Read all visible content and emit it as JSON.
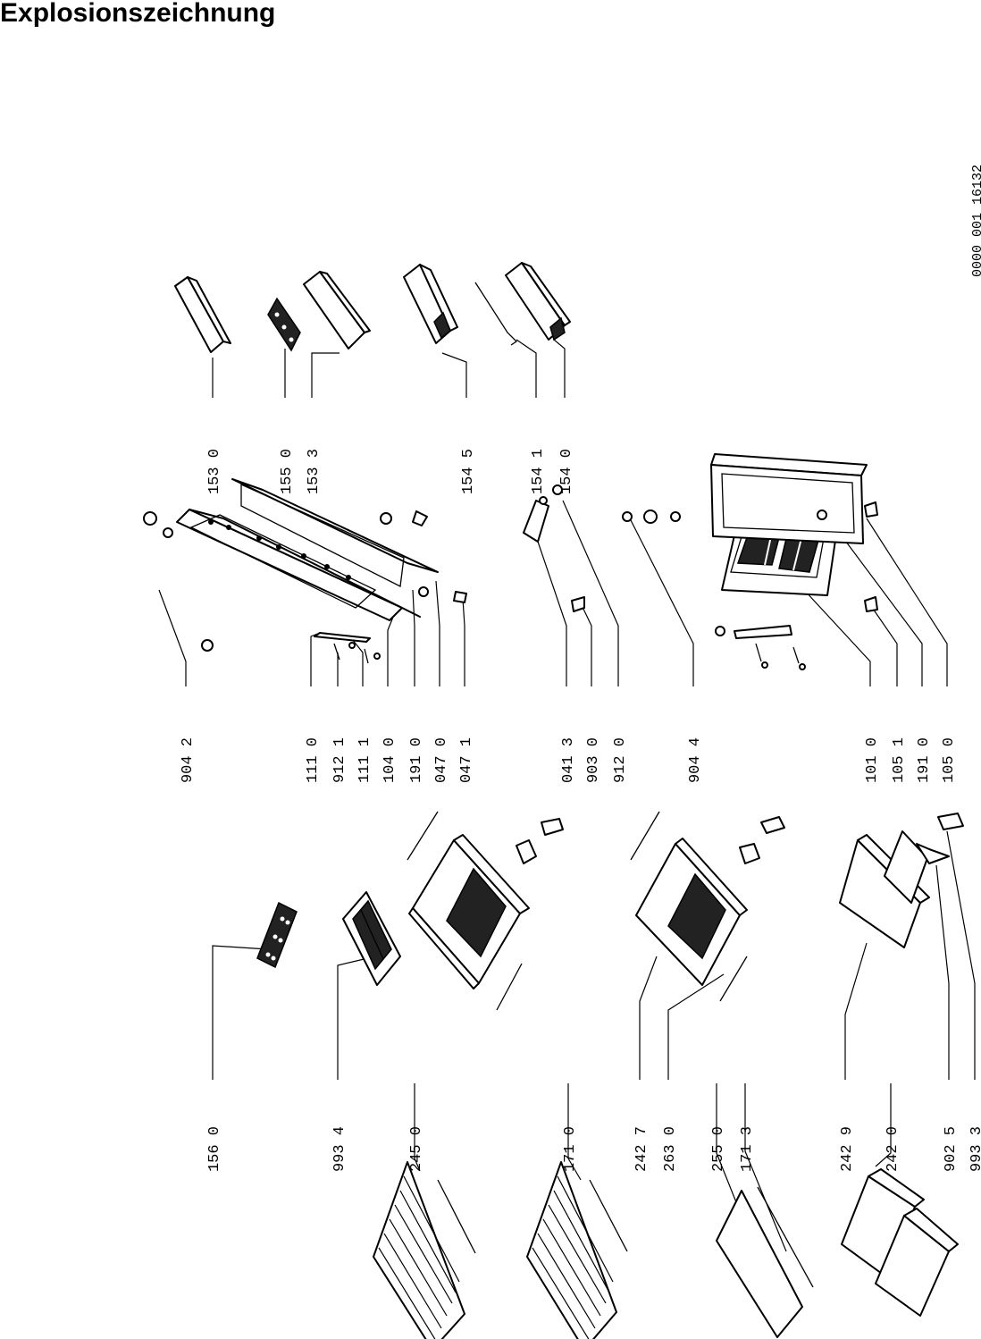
{
  "title": "Explosionszeichnung",
  "reference": "0000 001  16132",
  "labels": {
    "l1560": "156 0",
    "l9934": "993 4",
    "l2450": "245 0",
    "l1710": "171 0",
    "l2427": "242 7",
    "l2630": "263 0",
    "l2550": "255 0",
    "l1713": "171 3",
    "l2429": "242 9",
    "l2420": "242 0",
    "l9025": "902 5",
    "l9933": "993 3",
    "l9042": "904 2",
    "l1110": "111 0",
    "l9121": "912 1",
    "l1111": "111 1",
    "l1040": "104 0",
    "l1910a": "191 0",
    "l0470": "047 0",
    "l0471": "047 1",
    "l0413": "041 3",
    "l9030": "903 0",
    "l9120": "912 0",
    "l9044": "904 4",
    "l1010": "101 0",
    "l1051": "105 1",
    "l1910b": "191 0",
    "l1050": "105 0",
    "l1530": "153 0",
    "l1550": "155 0",
    "l1533": "153 3",
    "l1545": "154 5",
    "l1541": "154 1",
    "l1540": "154 0"
  }
}
